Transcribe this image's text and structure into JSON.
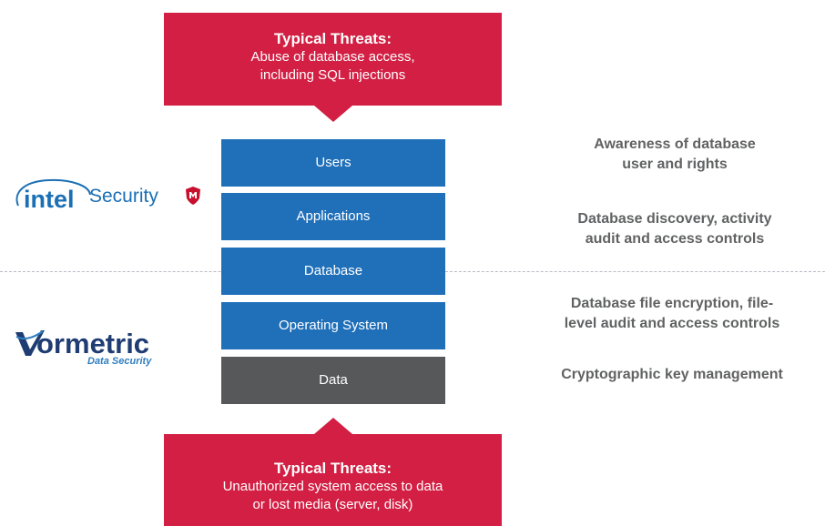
{
  "threats": {
    "top": {
      "title": "Typical Threats:",
      "lines": [
        "Abuse of database access,",
        "including SQL injections"
      ]
    },
    "bottom": {
      "title": "Typical Threats:",
      "lines": [
        "Unauthorized system access to data",
        "or lost media (server, disk)"
      ]
    }
  },
  "layers": [
    "Users",
    "Applications",
    "Database",
    "Operating System",
    "Data"
  ],
  "descriptions": [
    [
      "Awareness of database",
      "user and rights"
    ],
    [
      "Database discovery, activity",
      "audit and access controls"
    ],
    [
      "Database file encryption, file-",
      "level audit and access controls"
    ],
    [
      "Cryptographic key management"
    ]
  ],
  "logos": {
    "intel": {
      "wordmark": "intel",
      "suffix": "Security",
      "icon": "mcafee-shield-icon"
    },
    "vormetric": {
      "wordmark": "ormetric",
      "tagline": "Data Security",
      "icon": "vormetric-v-icon"
    }
  },
  "colors": {
    "threat_red": "#d21f43",
    "layer_blue": "#1f6fb9",
    "layer_dark": "#575859",
    "desc_text": "#616263",
    "intel_blue": "#1b6fb5",
    "vormetric_navy": "#1f3d73"
  }
}
